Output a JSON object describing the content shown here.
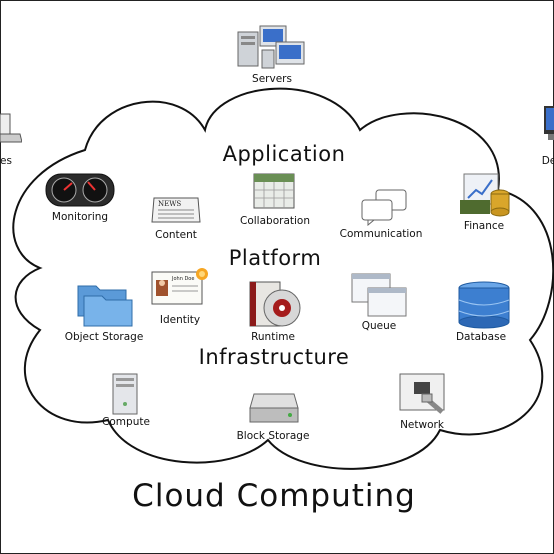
{
  "title": "Cloud Computing",
  "layers": {
    "application": "Application",
    "platform": "Platform",
    "infrastructure": "Infrastructure"
  },
  "outside": {
    "servers": "Servers",
    "laptops_partial": "es",
    "desktops_partial": "De"
  },
  "services": {
    "monitoring": "Monitoring",
    "content": "Content",
    "collaboration": "Collaboration",
    "communication": "Communication",
    "finance": "Finance",
    "identity": "Identity",
    "runtime": "Runtime",
    "queue": "Queue",
    "object_storage": "Object Storage",
    "database": "Database",
    "compute": "Compute",
    "block_storage": "Block Storage",
    "network": "Network"
  },
  "identity_card_text": "John Doe",
  "news_text": "NEWS"
}
